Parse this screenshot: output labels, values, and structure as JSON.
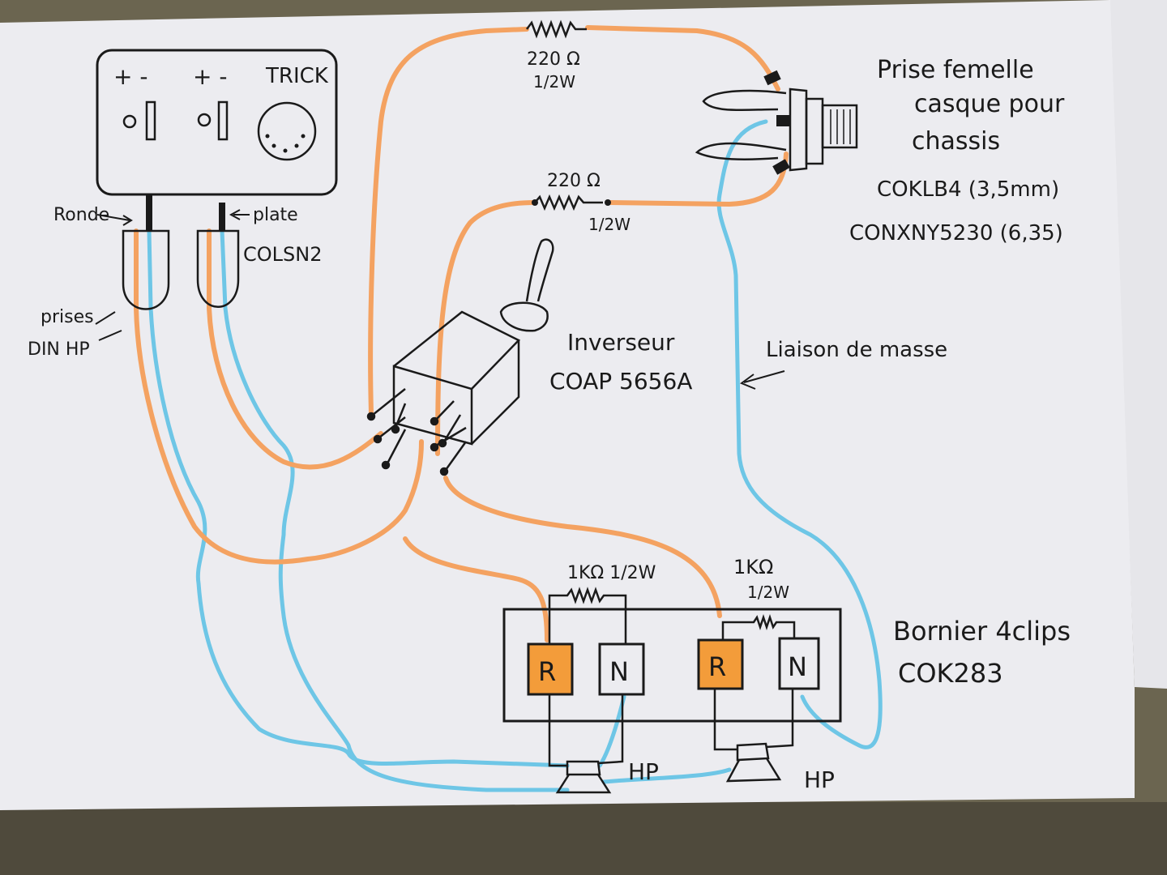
{
  "colors": {
    "paper": "#ececf0",
    "ink": "#1a1a1a",
    "orange_wire": "#f4a261",
    "blue_wire": "#6ec6e6",
    "terminal_orange": "#f39c3a",
    "bench": "#6b6550"
  },
  "panel": {
    "pol_1": "+ -",
    "pol_2": "+ -",
    "trick": "TRICK"
  },
  "jack_labels": {
    "ronde": "Ronde",
    "plate": "plate",
    "ref": "COLSN2",
    "prises": "prises",
    "din_hp": "DIN HP"
  },
  "resistors": {
    "top_value": "220 Ω",
    "top_power": "1/2W",
    "mid_value": "220 Ω",
    "mid_power": "1/2W",
    "left_value": "1KΩ 1/2W",
    "right_value": "1KΩ",
    "right_power": "1/2W"
  },
  "headphone_jack": {
    "line1": "Prise femelle",
    "line2": "casque pour",
    "line3": "chassis",
    "ref1": "COKLB4 (3,5mm)",
    "ref2": "CONXNY5230 (6,35)"
  },
  "switch": {
    "name": "Inverseur",
    "ref": "COAP 5656A"
  },
  "ground": {
    "label": "Liaison de masse"
  },
  "terminal_block": {
    "title": "Bornier 4clips",
    "ref": "COK283",
    "t1": "R",
    "t2": "N",
    "t3": "R",
    "t4": "N"
  },
  "speakers": {
    "hp1": "HP",
    "hp2": "HP"
  }
}
